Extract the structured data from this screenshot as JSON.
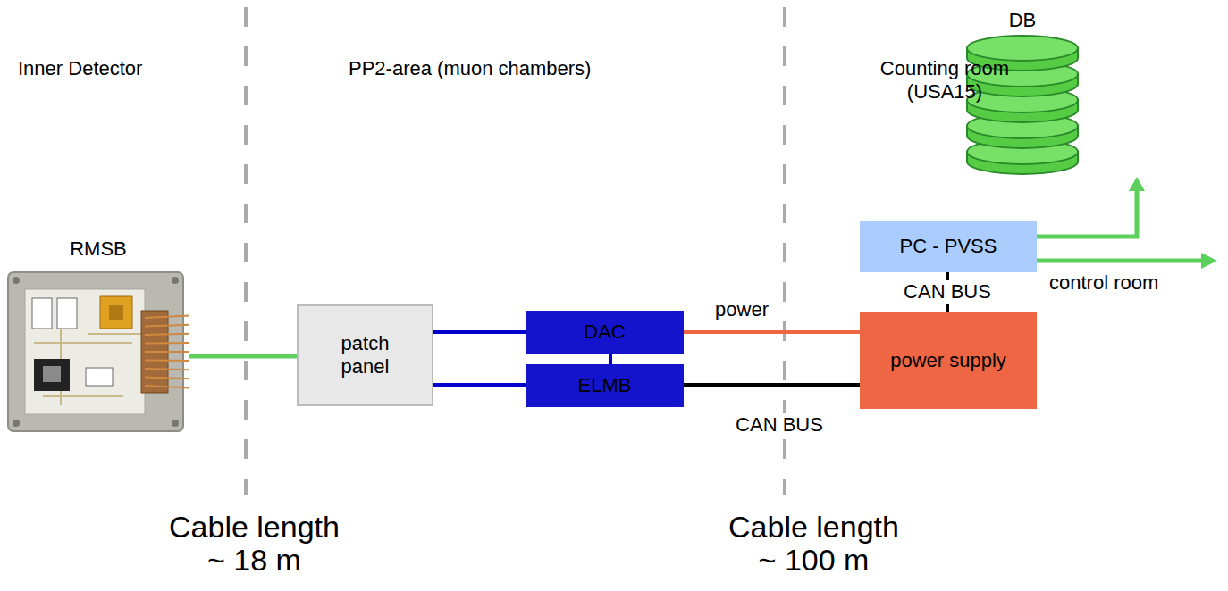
{
  "diagram": {
    "nodes": [
      {
        "text": [
          "RMSB"
        ]
      },
      {
        "text": [
          "patch panel"
        ]
      },
      {
        "text": [
          "DAC"
        ]
      },
      {
        "text": [
          "ELMB"
        ]
      },
      {
        "text": [
          "power supply"
        ]
      },
      {
        "text": [
          "PC - PVSS"
        ]
      },
      {
        "text": [
          "DB"
        ]
      }
    ],
    "edges": [
      {
        "from": 0,
        "to": 1,
        "arrow": "none"
      },
      {
        "from": 1,
        "to": 2,
        "arrow": "none"
      },
      {
        "from": 1,
        "to": 3,
        "arrow": "none"
      },
      {
        "from": 2,
        "to": 3,
        "arrow": "none"
      },
      {
        "from": 2,
        "to": 4,
        "label": "power",
        "arrow": "none"
      },
      {
        "from": 3,
        "to": 4,
        "label": "CAN BUS",
        "arrow": "none"
      },
      {
        "from": 4,
        "to": 5,
        "label": "CAN BUS",
        "arrow": "none"
      },
      {
        "from": 5,
        "to": 6,
        "arrow": "to"
      }
    ],
    "labels": [
      "Inner Detector",
      "PP2-area (muon chambers)",
      "Counting room (USA15)",
      "control room",
      "Cable length ~ 18 m",
      "Cable length ~ 100 m"
    ]
  }
}
